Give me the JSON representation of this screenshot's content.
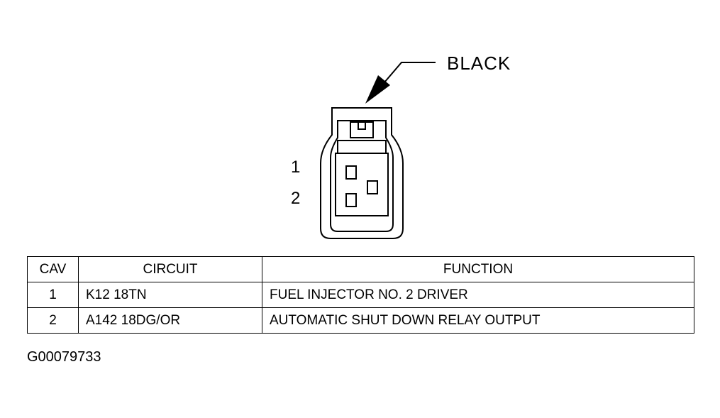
{
  "connector": {
    "color_label": "BLACK",
    "cavity_labels": [
      "1",
      "2"
    ]
  },
  "table": {
    "headers": [
      "CAV",
      "CIRCUIT",
      "FUNCTION"
    ],
    "rows": [
      {
        "cav": "1",
        "circuit": "K12 18TN",
        "function": "FUEL INJECTOR NO. 2 DRIVER"
      },
      {
        "cav": "2",
        "circuit": "A142 18DG/OR",
        "function": "AUTOMATIC SHUT DOWN RELAY OUTPUT"
      }
    ]
  },
  "figure_id": "G00079733"
}
